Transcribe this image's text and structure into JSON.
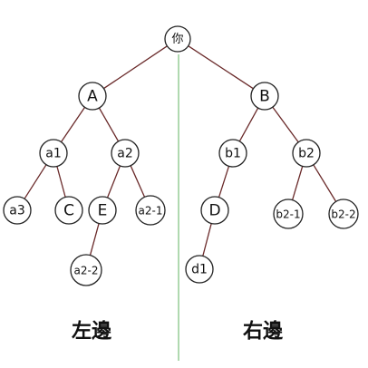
{
  "diagram": {
    "nodes": [
      {
        "id": "root",
        "label": "你"
      },
      {
        "id": "A",
        "label": "A"
      },
      {
        "id": "B",
        "label": "B"
      },
      {
        "id": "a1",
        "label": "a1"
      },
      {
        "id": "a2",
        "label": "a2"
      },
      {
        "id": "a3",
        "label": "a3"
      },
      {
        "id": "C",
        "label": "C"
      },
      {
        "id": "E",
        "label": "E"
      },
      {
        "id": "a2-1",
        "label": "a2-1"
      },
      {
        "id": "a2-2",
        "label": "a2-2"
      },
      {
        "id": "b1",
        "label": "b1"
      },
      {
        "id": "b2",
        "label": "b2"
      },
      {
        "id": "D",
        "label": "D"
      },
      {
        "id": "d1",
        "label": "d1"
      },
      {
        "id": "b2-1",
        "label": "b2-1"
      },
      {
        "id": "b2-2",
        "label": "b2-2"
      }
    ],
    "edges": [
      [
        "root",
        "A"
      ],
      [
        "root",
        "B"
      ],
      [
        "A",
        "a1"
      ],
      [
        "A",
        "a2"
      ],
      [
        "a1",
        "a3"
      ],
      [
        "a1",
        "C"
      ],
      [
        "a2",
        "E"
      ],
      [
        "a2",
        "a2-1"
      ],
      [
        "E",
        "a2-2"
      ],
      [
        "B",
        "b1"
      ],
      [
        "B",
        "b2"
      ],
      [
        "b1",
        "D"
      ],
      [
        "D",
        "d1"
      ],
      [
        "b2",
        "b2-1"
      ],
      [
        "b2",
        "b2-2"
      ]
    ],
    "left_label": "左邊",
    "right_label": "右邊"
  }
}
